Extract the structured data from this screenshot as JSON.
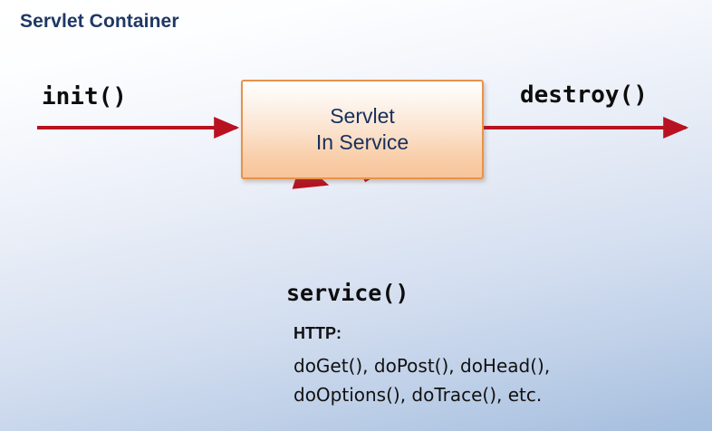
{
  "diagram": {
    "title": "Servlet Container",
    "box": {
      "line1": "Servlet",
      "line2": "In Service"
    },
    "labels": {
      "init": "init()",
      "destroy": "destroy()",
      "service": "service()"
    },
    "http": {
      "heading": "HTTP:",
      "methods_line1": "doGet(), doPost(), doHead(),",
      "methods_line2": "doOptions(), doTrace(), etc."
    },
    "colors": {
      "title_text": "#1f3864",
      "box_border": "#e8924a",
      "box_fill_top": "#ffffff",
      "box_fill_bottom": "#f8c49b",
      "box_text": "#16305c",
      "arrow": "#b81220",
      "background_top": "#ffffff",
      "background_bottom": "#a6bfde"
    }
  }
}
